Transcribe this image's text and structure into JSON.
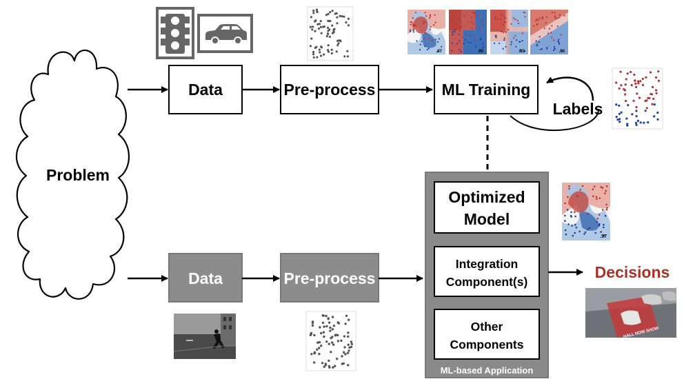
{
  "problem": {
    "label": "Problem"
  },
  "training_pipeline": {
    "data_label": "Data",
    "preprocess_label": "Pre-process",
    "ml_training_label": "ML Training",
    "labels_label": "Labels"
  },
  "deployment_pipeline": {
    "data_label": "Data",
    "preprocess_label": "Pre-process"
  },
  "application": {
    "title": "ML-based Application",
    "optimized_model_line1": "Optimized",
    "optimized_model_line2": "Model",
    "integration_line1": "Integration",
    "integration_line2": "Component(s)",
    "other_line1": "Other",
    "other_line2": "Components"
  },
  "decisions": {
    "label": "Decisions",
    "color": "#a83226"
  },
  "classifier_thumbnails": [
    {
      "score": ".97"
    },
    {
      "score": ".95"
    },
    {
      "score": ".93"
    },
    {
      "score": ".90"
    }
  ],
  "optimized_thumbnail": {
    "score": ".97"
  },
  "road_sign": {
    "text": "HALL NOW SHOW"
  },
  "icons": [
    "traffic-light-icon",
    "car-icon"
  ],
  "colors": {
    "box_gray": "#8c8c8c",
    "app_gray": "#8a8a8a",
    "red_class": "#b8312f",
    "blue_class": "#1f3f99"
  }
}
